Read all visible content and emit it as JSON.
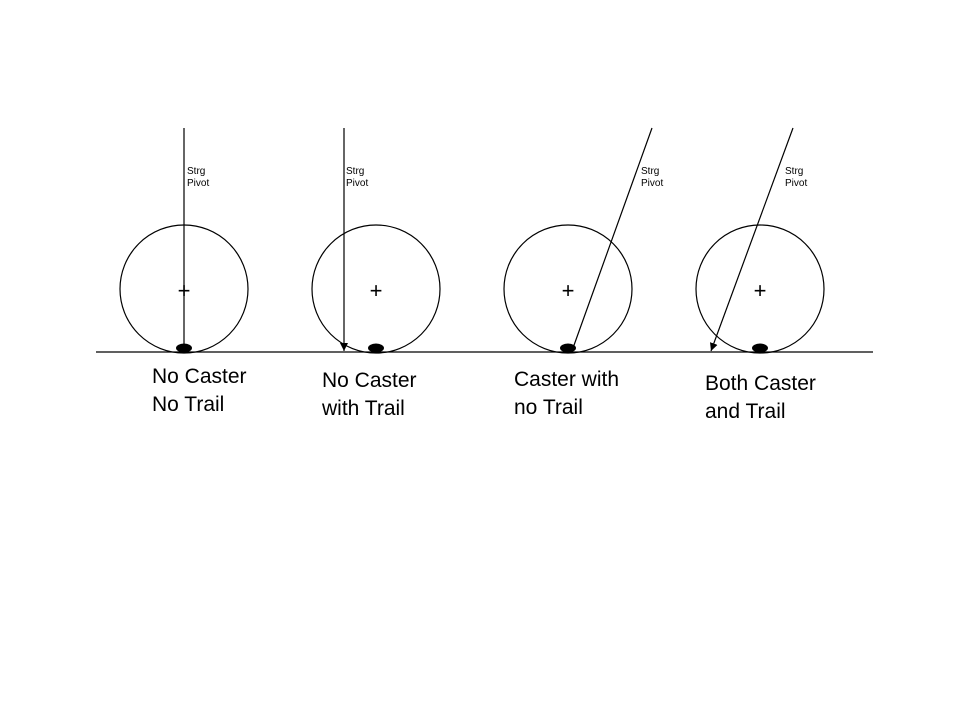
{
  "diagram": {
    "pivot_label": [
      "Strg",
      "Pivot"
    ],
    "center_mark": "+",
    "panels": [
      {
        "caption": [
          "No Caster",
          "No Trail"
        ]
      },
      {
        "caption": [
          "No Caster",
          "with Trail"
        ]
      },
      {
        "caption": [
          "Caster with",
          "no Trail"
        ]
      },
      {
        "caption": [
          "Both Caster",
          "and Trail"
        ]
      }
    ]
  }
}
